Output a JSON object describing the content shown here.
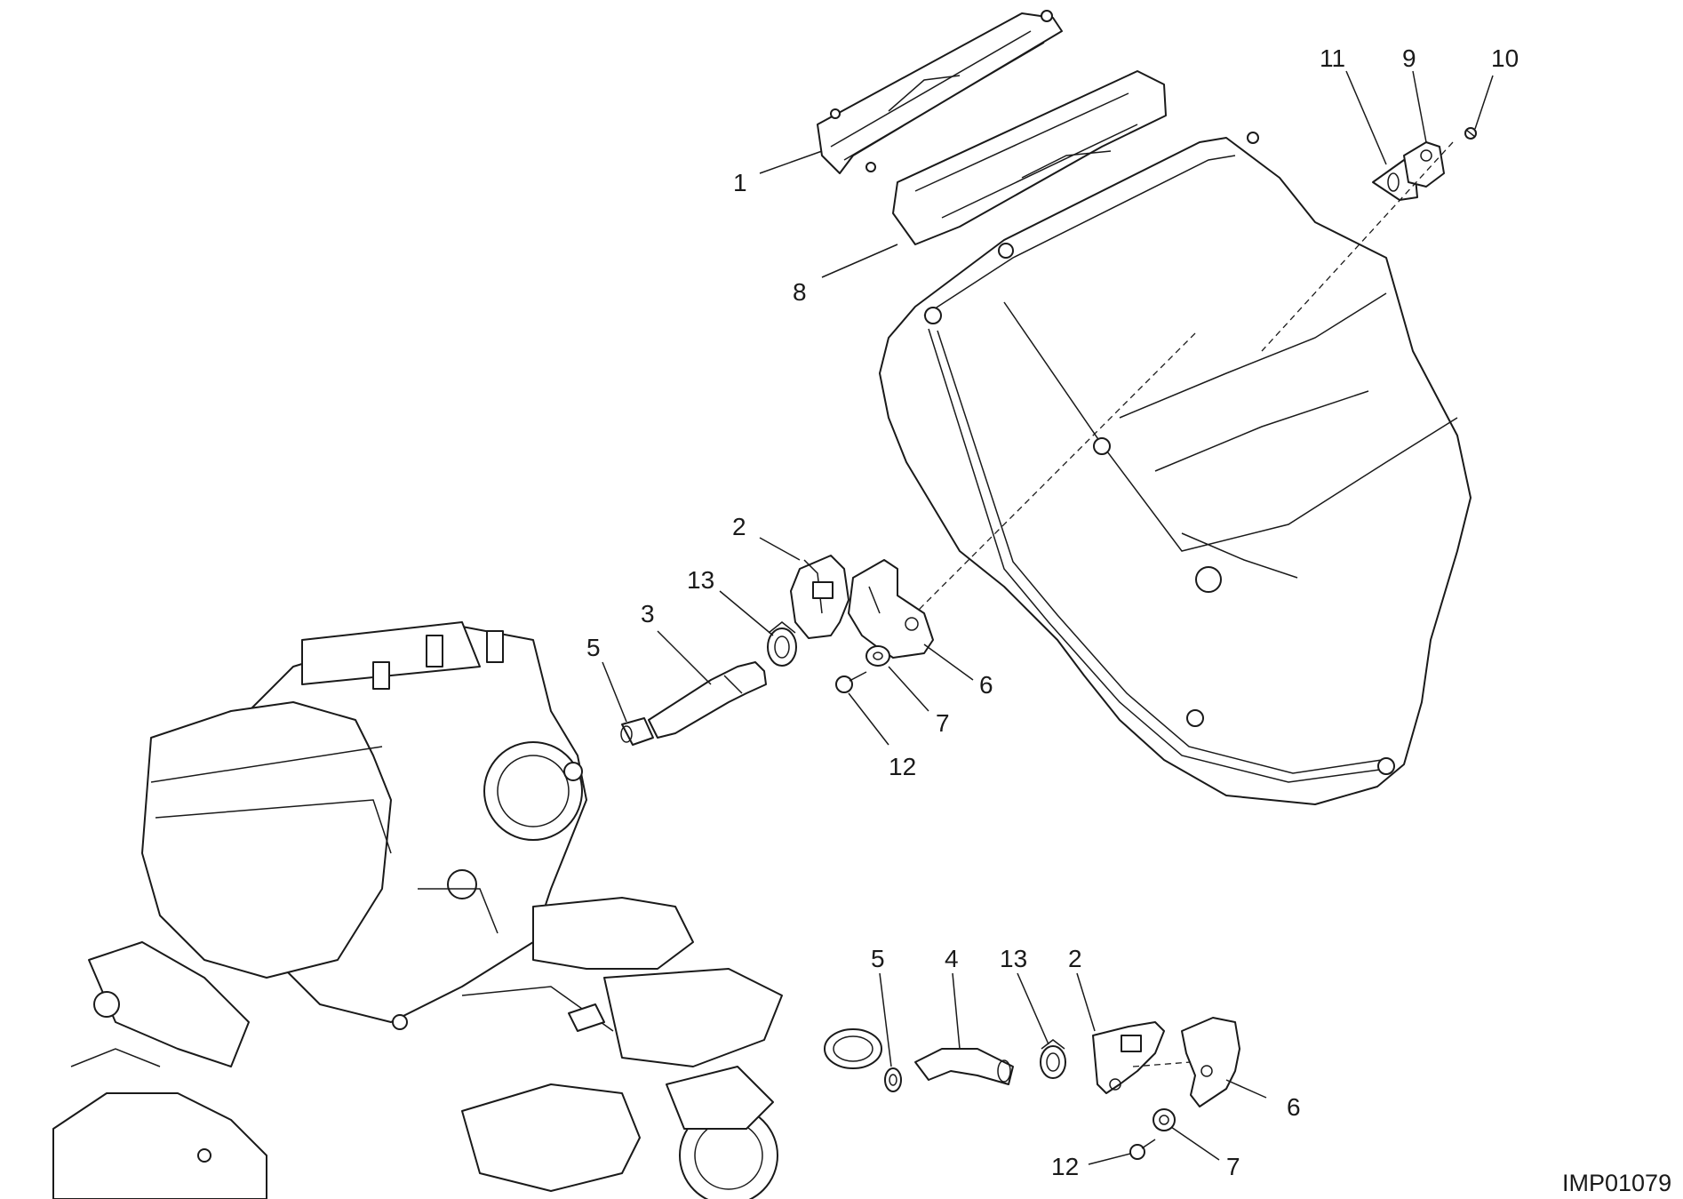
{
  "drawing": {
    "reference_code": "IMP01079"
  },
  "callouts": {
    "c1": "1",
    "c2_top": "2",
    "c2_bottom": "2",
    "c3": "3",
    "c4": "4",
    "c5_top": "5",
    "c5_bottom": "5",
    "c6_top": "6",
    "c6_bottom": "6",
    "c7_top": "7",
    "c7_bottom": "7",
    "c8": "8",
    "c9": "9",
    "c10": "10",
    "c11": "11",
    "c12_top": "12",
    "c12_bottom": "12",
    "c13_top": "13",
    "c13_bottom": "13"
  }
}
